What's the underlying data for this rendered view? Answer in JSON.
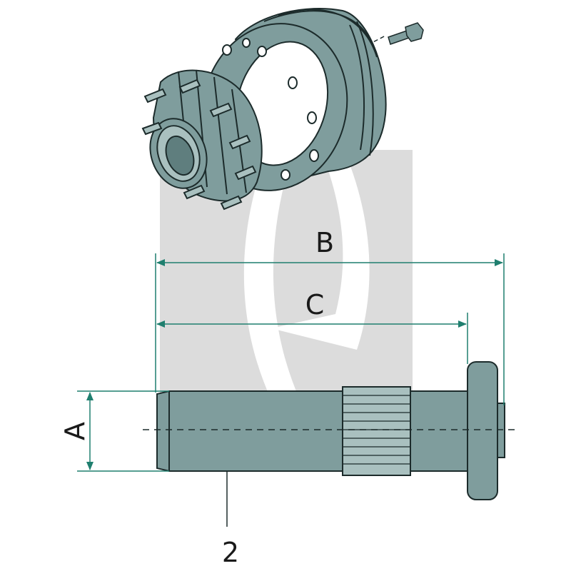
{
  "labels": {
    "overall_length": "B",
    "length_to_head": "C",
    "diameter": "A",
    "item_number": "2"
  },
  "colors": {
    "part_fill": "#7f9d9d",
    "part_light": "#a9c0bf",
    "part_dark": "#5f7e7e",
    "outline": "#1c2b2b",
    "dimension": "#1f7f6f",
    "watermark": "#dcdcdc"
  },
  "icons": {
    "hub": "wheel-hub-assembly-icon",
    "bolt": "wheel-bolt-icon",
    "screw": "small-screw-icon",
    "watermark": "brand-watermark-logo"
  }
}
